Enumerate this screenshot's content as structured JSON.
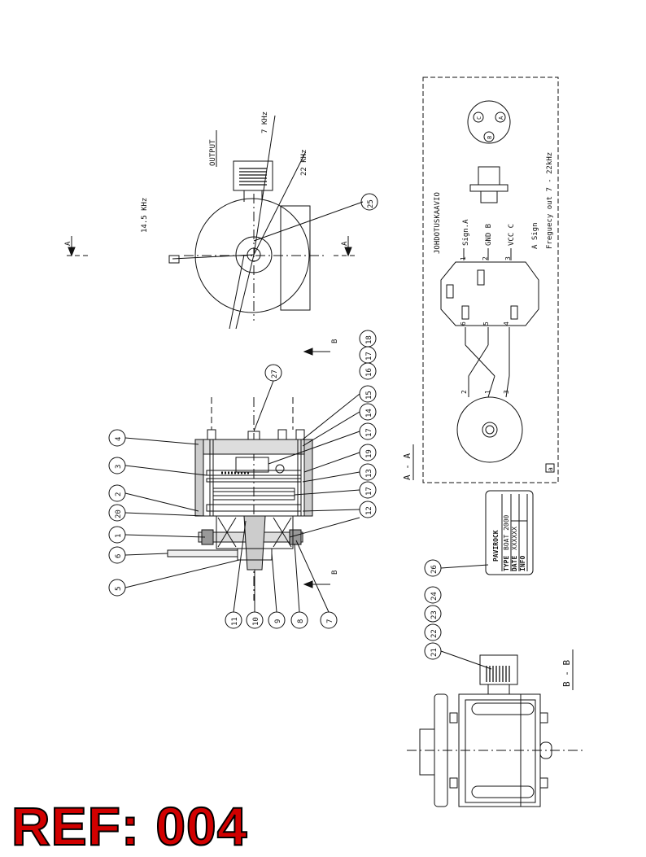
{
  "colors": {
    "ink": "#111111",
    "ref_red": "#d10000"
  },
  "output_view": {
    "output_label": "OUTPUT",
    "freq_7": "7 KHz",
    "freq_22": "22 KHz",
    "freq_14": "14.5 KHz",
    "section_mark": "A",
    "balloon": "25"
  },
  "section_view": {
    "arrow_label": "B",
    "balloons_left": [
      "4",
      "3",
      "2",
      "20",
      "1",
      "6",
      "5"
    ],
    "balloons_right": [
      "18",
      "17",
      "16",
      "15",
      "14",
      "17",
      "19",
      "13",
      "17",
      "12",
      "27"
    ],
    "balloons_bottom": [
      "11",
      "10",
      "9",
      "8",
      "7"
    ],
    "section_title": "A - A"
  },
  "wiring": {
    "title": "JOHDOTUSKAAVIO",
    "pins": {
      "c": "C",
      "a": "A",
      "b": "B"
    },
    "signals": [
      "Sign.A",
      "GND B",
      "VCC C"
    ],
    "pin_numbers_top": [
      "1",
      "2",
      "3"
    ],
    "pin_numbers_mid": [
      "6",
      "5",
      "4"
    ],
    "pot_numbers": [
      "2",
      "1",
      "3"
    ],
    "desc_line1": "A Sign",
    "desc_line2": "Freguecy out 7 - 22kHz",
    "sheet_mark": "a"
  },
  "nameplate": {
    "brand": "PAVIROCK",
    "rows": [
      {
        "label": "TYPE",
        "value": "BOAT 2000"
      },
      {
        "label": "DATE",
        "value": "XXXXXX"
      },
      {
        "label": "INFO",
        "value": ""
      }
    ],
    "balloon": "26"
  },
  "bb_view": {
    "balloons": [
      "21",
      "22",
      "23",
      "24"
    ],
    "section_title": "B - B"
  },
  "reference": "REF: 004"
}
